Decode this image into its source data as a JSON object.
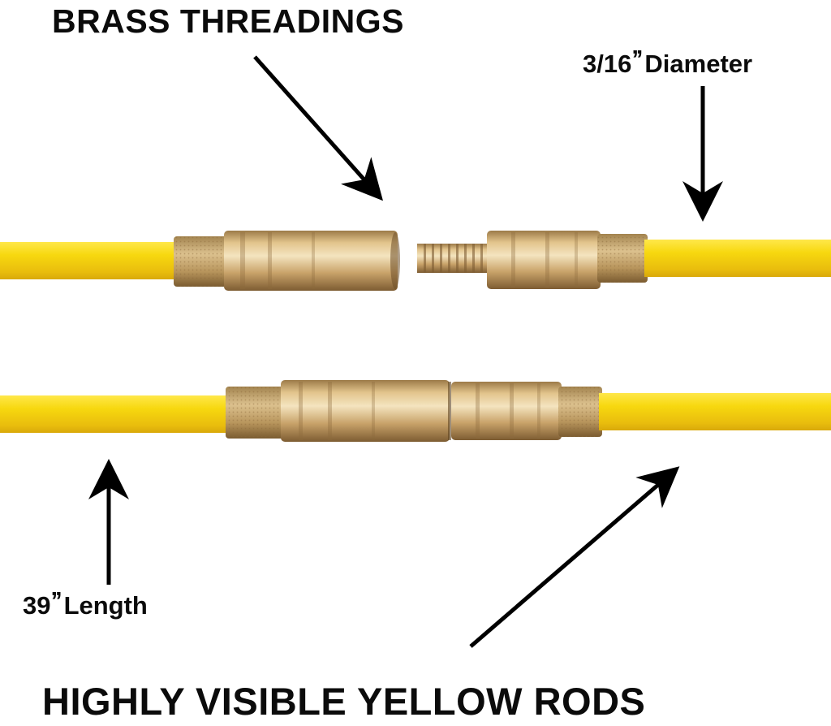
{
  "labels": {
    "brass_threadings": "BRASS THREADINGS",
    "diameter_value": "3/16",
    "diameter_marks": "’’",
    "diameter_word": "Diameter",
    "length_value": "39",
    "length_marks": "’’",
    "length_word": "Length",
    "yellow_rods": "HIGHLY VISIBLE YELLOW RODS"
  },
  "colors": {
    "rod_yellow": "#f7d80f",
    "rod_shadow": "#d9a90a",
    "brass_light": "#ead3a0",
    "brass_mid": "#c9a36a",
    "brass_dark": "#8c6a3c",
    "text": "#0b0b0b",
    "background": "#ffffff"
  }
}
